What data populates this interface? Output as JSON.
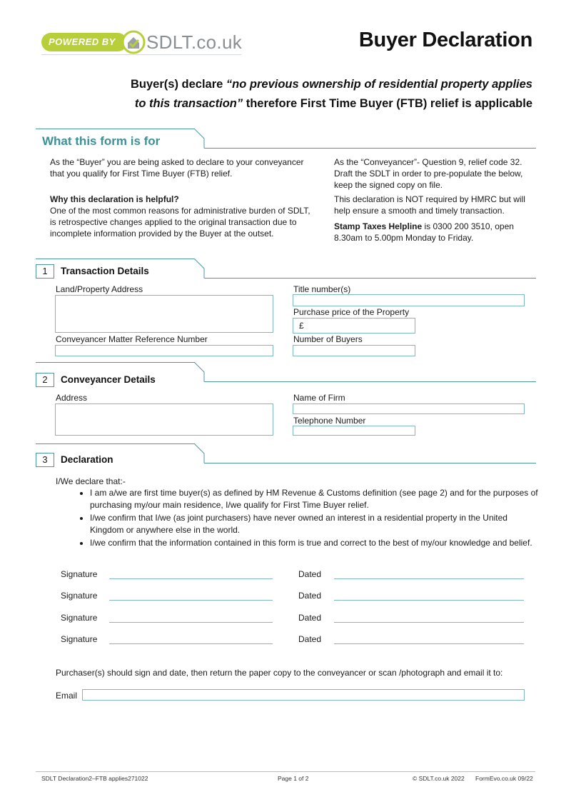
{
  "logo": {
    "powered_by": "POWERED BY",
    "brand": "SDLT.co.uk"
  },
  "title": "Buyer Declaration",
  "subtitle": {
    "line1_prefix": "Buyer(s) declare ",
    "line1_italic": "“no previous ownership of residential property applies",
    "line2_italic": "to this transaction”",
    "line2_suffix": " therefore First Time Buyer (FTB) relief is applicable"
  },
  "intro": {
    "heading": "What this form is for",
    "left_p1": "As the “Buyer” you are being asked to declare to your conveyancer that you qualify for First Time Buyer (FTB) relief.",
    "left_h2": "Why this declaration is helpful?",
    "left_p2": "One of the most common reasons for administrative burden of SDLT, is retrospective changes applied to the original transaction due to incomplete information provided by the Buyer at the outset.",
    "right_p1": "As the “Conveyancer”- Question 9, relief code 32. Draft the SDLT in order to pre-populate the below, keep the signed copy on file.",
    "right_p2": "This declaration is NOT required by HMRC but will help ensure a smooth and timely transaction.",
    "right_p3_bold": "Stamp Taxes Helpline",
    "right_p3": " is 0300 200 3510, open 8.30am to 5.00pm Monday to Friday."
  },
  "section1": {
    "num": "1",
    "title": "Transaction Details",
    "address_label": "Land/Property Address",
    "title_number_label": "Title number(s)",
    "price_label": "Purchase price of the Property",
    "price_prefix": "£",
    "ref_label": "Conveyancer Matter Reference Number",
    "buyers_label": "Number of Buyers"
  },
  "section2": {
    "num": "2",
    "title": "Conveyancer Details",
    "address_label": "Address",
    "firm_label": "Name of Firm",
    "phone_label": "Telephone Number"
  },
  "section3": {
    "num": "3",
    "title": "Declaration",
    "intro": "I/We declare that:-",
    "bullets": [
      "I am a/we are first time buyer(s) as defined by HM Revenue & Customs definition (see page 2) and for the purposes of purchasing my/our main residence, I/we qualify for First Time Buyer relief.",
      "I/we confirm that I/we (as joint purchasers) have never owned an interest in a residential property in the United Kingdom or anywhere else in the world.",
      "I/we confirm that the information contained in this form is true and correct to the best of my/our knowledge and belief."
    ],
    "signature_label": "Signature",
    "dated_label": "Dated",
    "return_text": "Purchaser(s) should sign and date, then return the paper copy to the conveyancer or scan /photograph and email it to:",
    "email_label": "Email"
  },
  "footer": {
    "left": "SDLT Declaration2–FTB applies271022",
    "center": "Page 1 of 2",
    "copyright": "© SDLT.co.uk 2022",
    "right": "FormEvo.co.uk 09/22"
  },
  "colors": {
    "teal": "#3f8f96",
    "logo_green": "#b9cf3a",
    "field_border": "#7fb8c1"
  }
}
